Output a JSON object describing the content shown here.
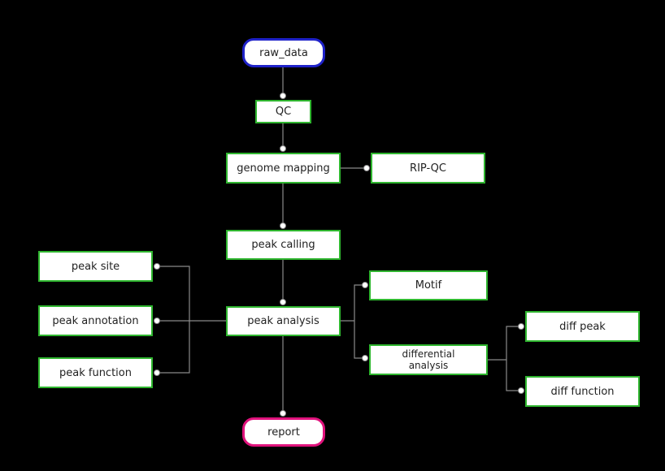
{
  "colors": {
    "background": "#000000",
    "node_fill": "#ffffff",
    "box_border": "#2fb62f",
    "start_border": "#1f22c9",
    "end_border": "#e0127c",
    "connector": "#888888"
  },
  "nodes": {
    "raw_data": {
      "label": "raw_data"
    },
    "qc": {
      "label": "QC"
    },
    "genome_mapping": {
      "label": "genome mapping"
    },
    "rip_qc": {
      "label": "RIP-QC"
    },
    "peak_calling": {
      "label": "peak calling"
    },
    "peak_analysis": {
      "label": "peak analysis"
    },
    "peak_site": {
      "label": "peak site"
    },
    "peak_annotation": {
      "label": "peak annotation"
    },
    "peak_function": {
      "label": "peak function"
    },
    "motif": {
      "label": "Motif"
    },
    "differential_analysis": {
      "label_line1": "differential",
      "label_line2": "analysis"
    },
    "diff_peak": {
      "label": "diff peak"
    },
    "diff_function": {
      "label": "diff function"
    },
    "report": {
      "label": "report"
    }
  }
}
